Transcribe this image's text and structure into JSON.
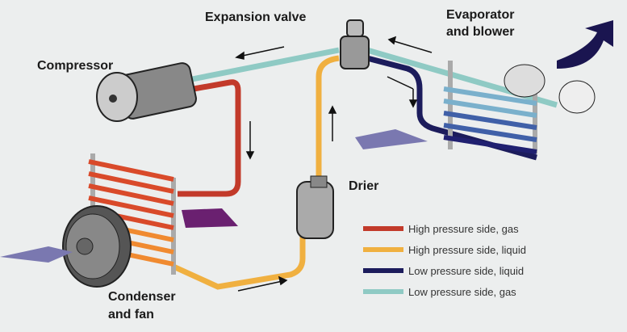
{
  "labels": {
    "compressor": "Compressor",
    "expansion_valve": "Expansion valve",
    "evaporator_line1": "Evaporator",
    "evaporator_line2": "and blower",
    "drier": "Drier",
    "condenser_line1": "Condenser",
    "condenser_line2": "and fan"
  },
  "legend": [
    {
      "label": "High pressure side, gas",
      "color": "#c23a2a"
    },
    {
      "label": "High pressure side, liquid",
      "color": "#f0b040"
    },
    {
      "label": "Low pressure side, liquid",
      "color": "#1c1c5c"
    },
    {
      "label": "Low pressure side, gas",
      "color": "#8fcac4"
    }
  ],
  "colors": {
    "hot_air": "#6a2070",
    "cool_air_in": "#7a78b0",
    "cold_air_out": "#1a1550"
  }
}
